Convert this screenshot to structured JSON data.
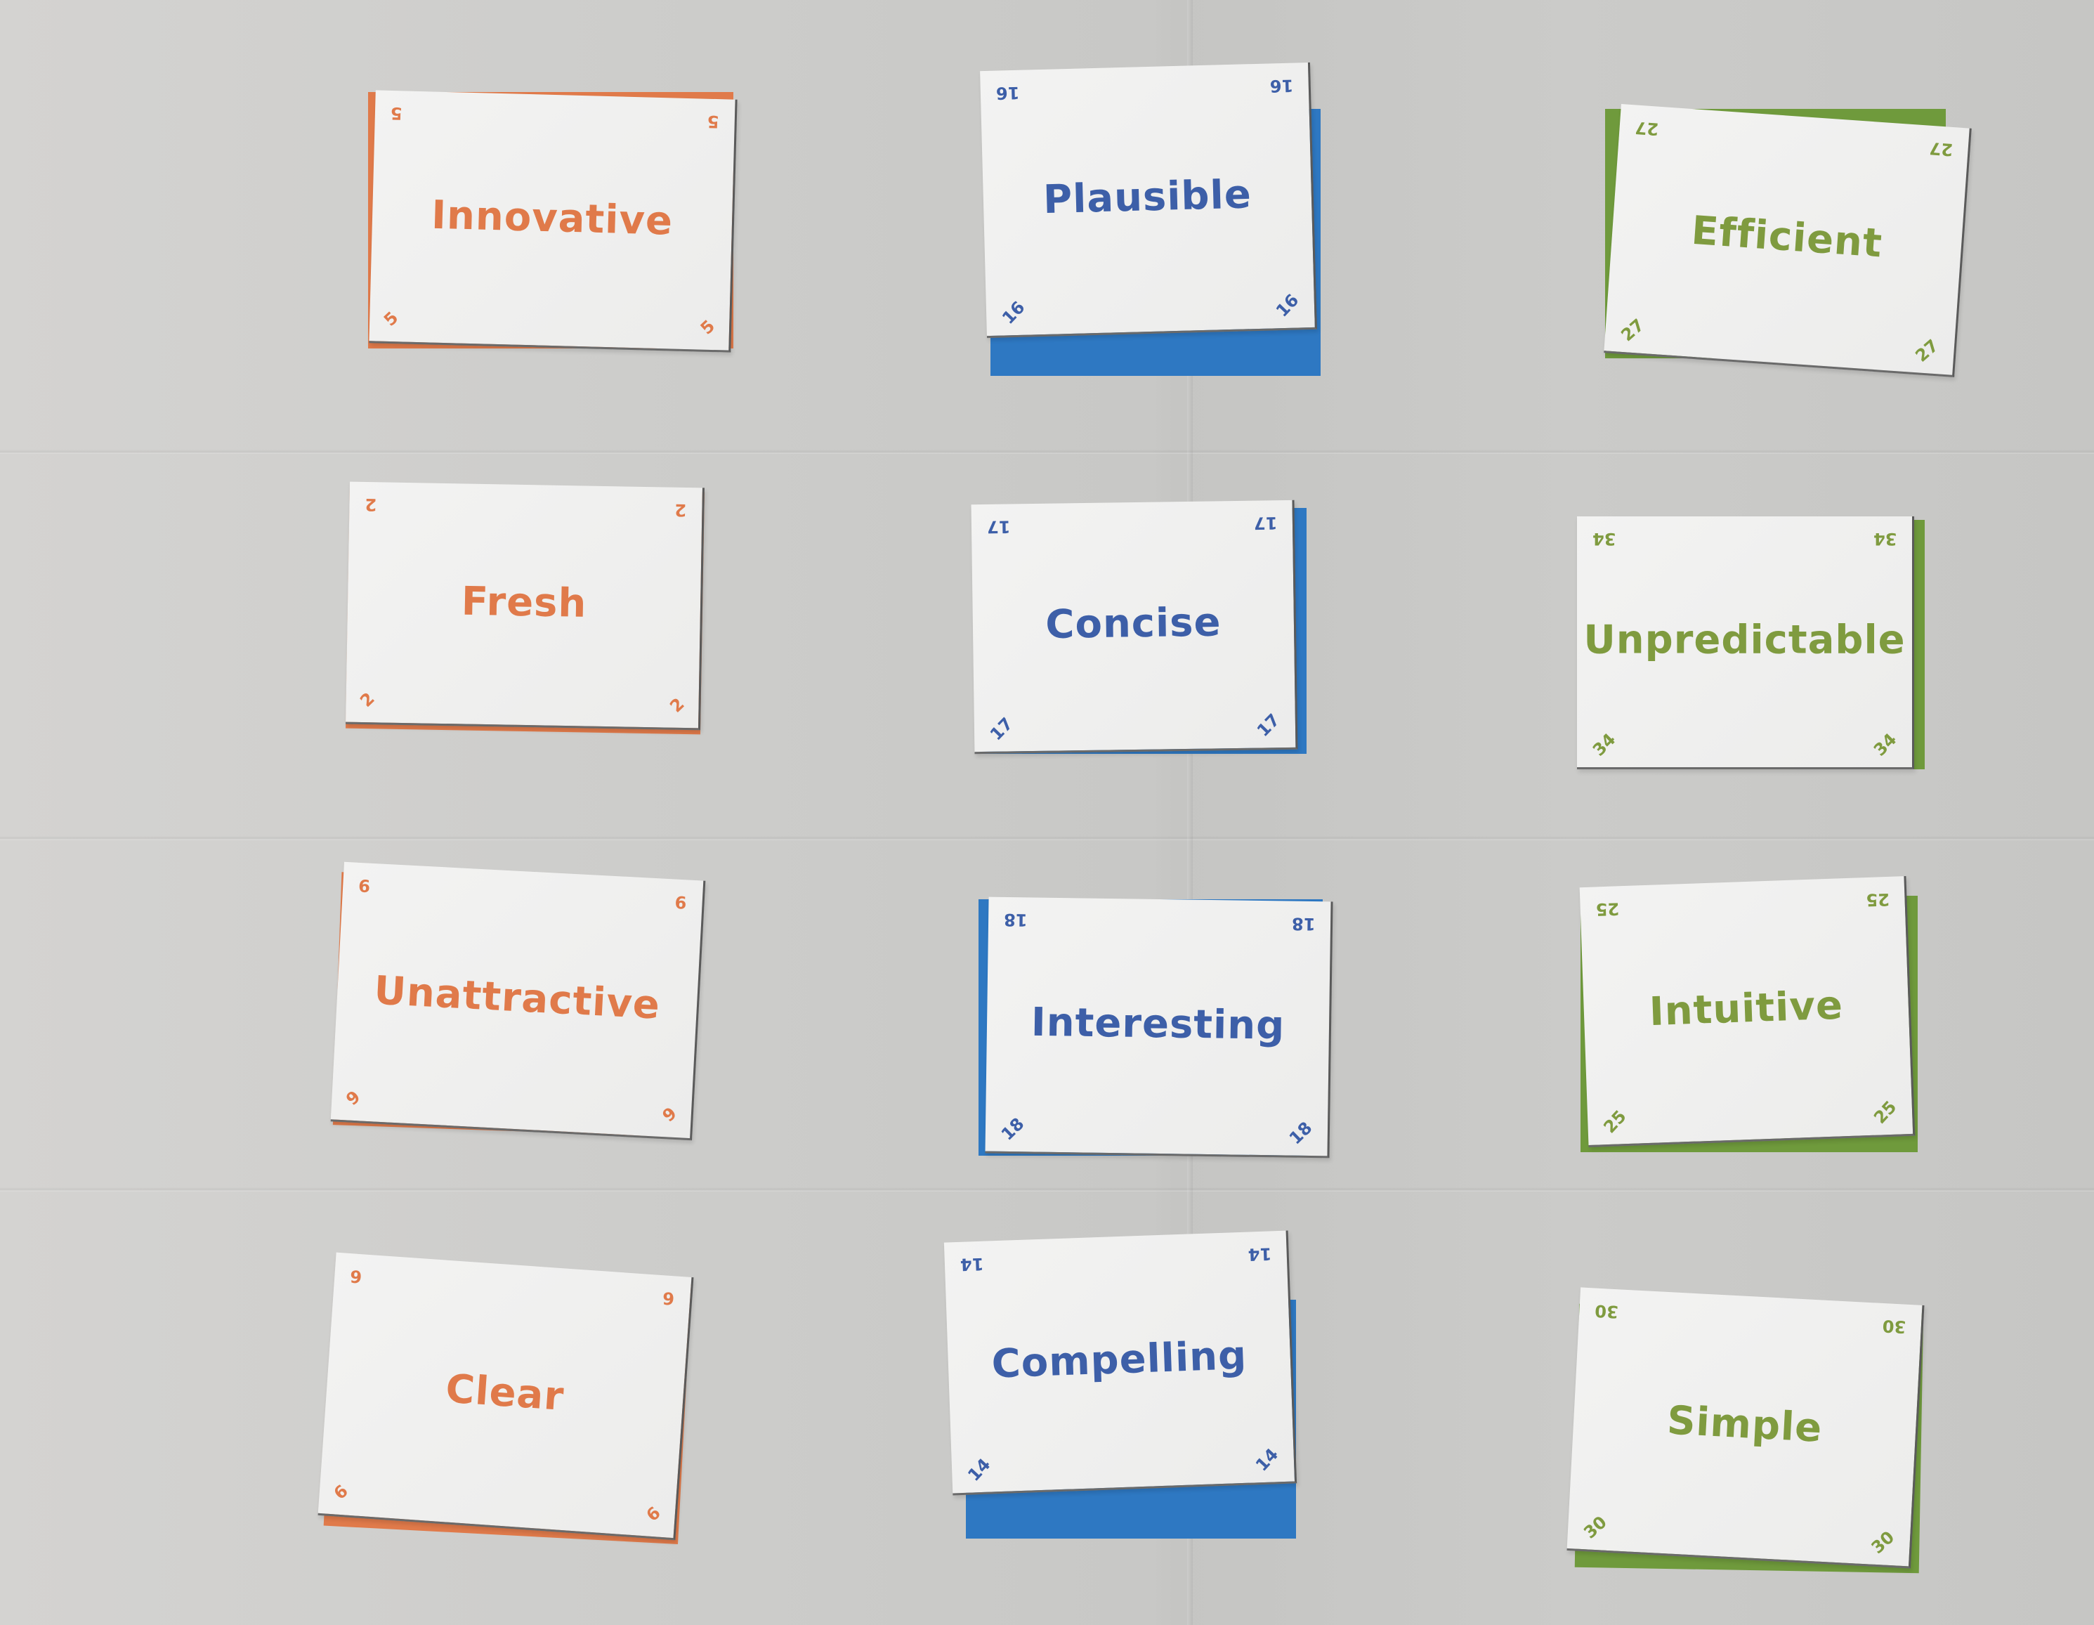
{
  "colors": {
    "orange": "#e07a4a",
    "blue": "#3d5fa8",
    "green": "#7f9b3f",
    "blue_back": "#2e78c2",
    "green_back": "#6f9a3c"
  },
  "cards": [
    {
      "word": "Innovative",
      "num": "5",
      "color": "orange"
    },
    {
      "word": "Plausible",
      "num": "16",
      "color": "blue"
    },
    {
      "word": "Efficient",
      "num": "27",
      "color": "green"
    },
    {
      "word": "Fresh",
      "num": "2",
      "color": "orange"
    },
    {
      "word": "Concise",
      "num": "17",
      "color": "blue"
    },
    {
      "word": "Unpredictable",
      "num": "34",
      "color": "green"
    },
    {
      "word": "Unattractive",
      "num": "9",
      "color": "orange"
    },
    {
      "word": "Interesting",
      "num": "18",
      "color": "blue"
    },
    {
      "word": "Intuitive",
      "num": "25",
      "color": "green"
    },
    {
      "word": "Clear",
      "num": "6",
      "color": "orange"
    },
    {
      "word": "Compelling",
      "num": "14",
      "color": "blue"
    },
    {
      "word": "Simple",
      "num": "30",
      "color": "green"
    }
  ]
}
